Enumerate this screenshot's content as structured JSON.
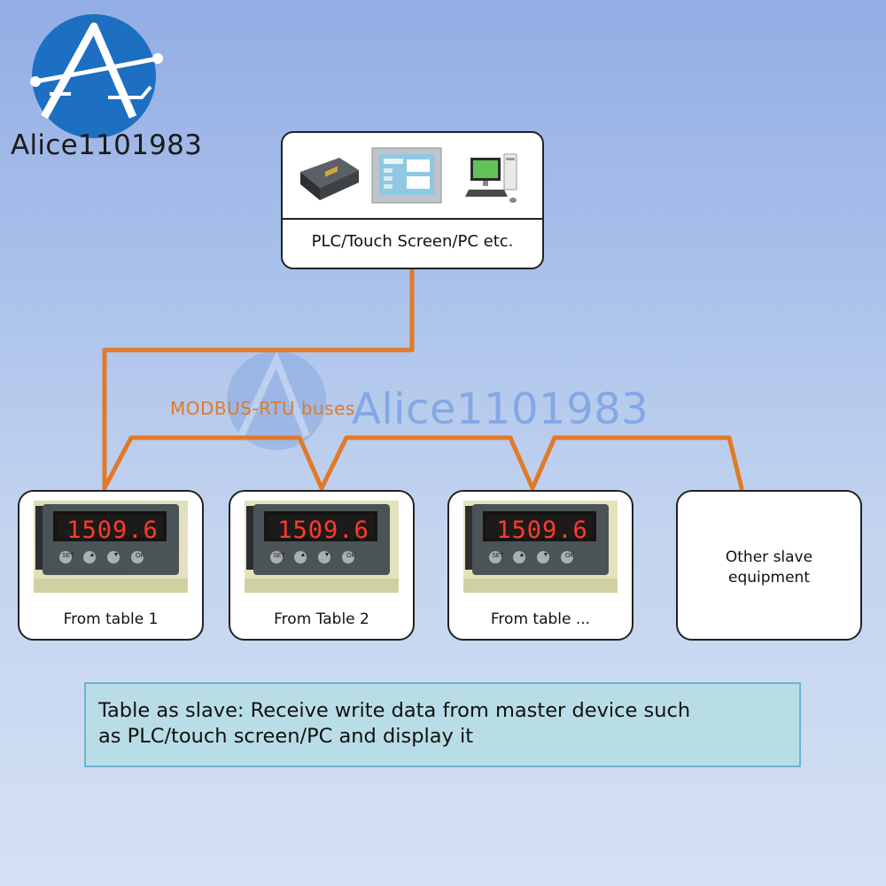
{
  "logo": {
    "text": "Alice1101983"
  },
  "watermark": {
    "text": "Alice1101983"
  },
  "master": {
    "label": "PLC/Touch Screen/PC etc."
  },
  "bus": {
    "label": "MODBUS-RTU buses",
    "color": "#e07a2a"
  },
  "meter": {
    "display_value": "1509.6",
    "buttons": [
      "SET",
      "▲",
      "▼",
      "OK"
    ]
  },
  "slaves": [
    {
      "label": "From table 1"
    },
    {
      "label": "From Table 2"
    },
    {
      "label": "From table ..."
    }
  ],
  "other_slave": {
    "line1": "Other slave",
    "line2": "equipment"
  },
  "note": {
    "line1": "Table as slave: Receive write data from master device such",
    "line2": "as PLC/touch screen/PC and display it"
  }
}
